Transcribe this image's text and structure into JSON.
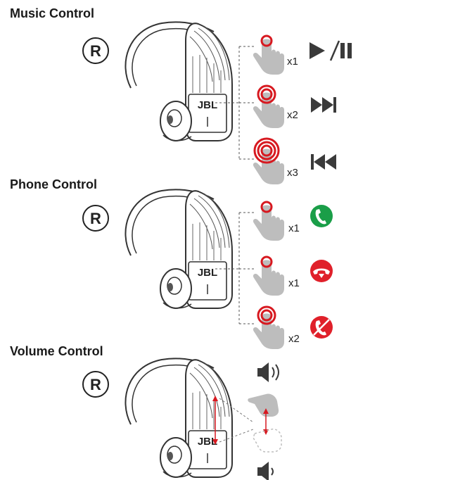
{
  "sections": {
    "music": {
      "title": "Music Control",
      "side": "R",
      "brand": "JBL",
      "actions": [
        {
          "taps": "x1",
          "icon": "play-pause-icon"
        },
        {
          "taps": "x2",
          "icon": "next-track-icon"
        },
        {
          "taps": "x3",
          "icon": "previous-track-icon"
        }
      ]
    },
    "phone": {
      "title": "Phone Control",
      "side": "R",
      "brand": "JBL",
      "actions": [
        {
          "taps": "x1",
          "icon": "answer-call-icon"
        },
        {
          "taps": "x1",
          "icon": "end-call-icon"
        },
        {
          "taps": "x2",
          "icon": "reject-call-icon"
        }
      ]
    },
    "volume": {
      "title": "Volume Control",
      "side": "R",
      "brand": "JBL",
      "actions": [
        {
          "icon": "volume-up-icon"
        },
        {
          "icon": "swipe-hand-icon"
        },
        {
          "icon": "volume-down-icon"
        }
      ]
    }
  },
  "colors": {
    "tap": "#d71920",
    "answer": "#1a9e48",
    "hangup": "#e0202a",
    "hand": "#bdbdbd",
    "icon": "#3a3a3a",
    "line": "#555555"
  }
}
